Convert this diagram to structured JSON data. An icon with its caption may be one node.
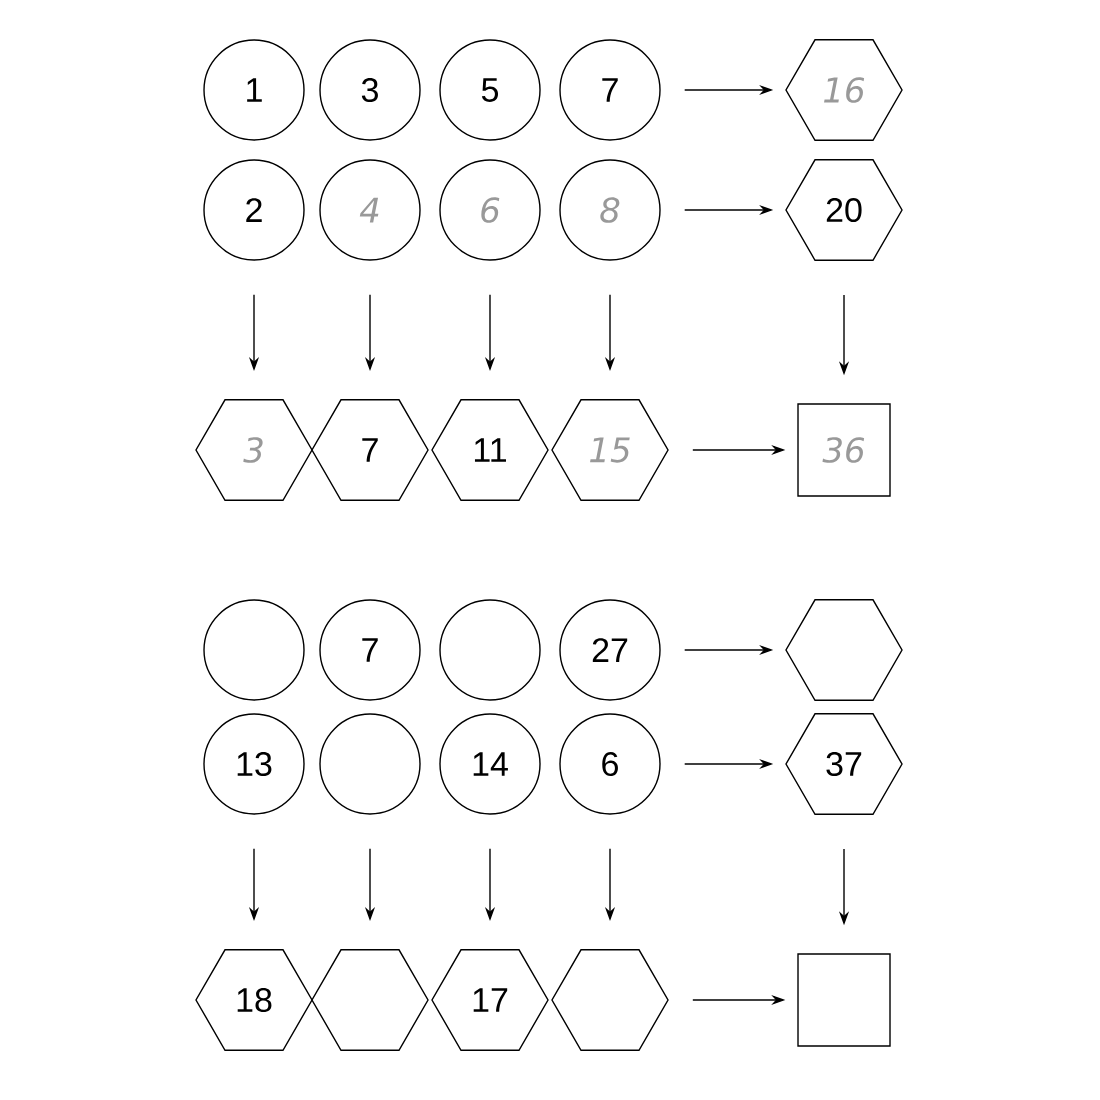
{
  "diagram": {
    "nodes": [
      {
        "text": [
          "1"
        ]
      },
      {
        "text": [
          "3"
        ]
      },
      {
        "text": [
          "5"
        ]
      },
      {
        "text": [
          "7"
        ]
      },
      {
        "text": [
          "16"
        ]
      },
      {
        "text": [
          "2"
        ]
      },
      {
        "text": [
          "4"
        ]
      },
      {
        "text": [
          "6"
        ]
      },
      {
        "text": [
          "8"
        ]
      },
      {
        "text": [
          "20"
        ]
      },
      {
        "text": [
          "3"
        ]
      },
      {
        "text": [
          "7"
        ]
      },
      {
        "text": [
          "11"
        ]
      },
      {
        "text": [
          "15"
        ]
      },
      {
        "text": [
          "36"
        ]
      },
      {
        "text": [],
        "shape": "circle"
      },
      {
        "text": [
          "7"
        ]
      },
      {
        "text": [],
        "shape": "circle"
      },
      {
        "text": [
          "27"
        ]
      },
      {
        "text": [],
        "shape": "hexagon"
      },
      {
        "text": [
          "13"
        ]
      },
      {
        "text": [],
        "shape": "circle"
      },
      {
        "text": [
          "14"
        ]
      },
      {
        "text": [
          "6"
        ]
      },
      {
        "text": [
          "37"
        ]
      },
      {
        "text": [
          "18"
        ]
      },
      {
        "text": [],
        "shape": "hexagon"
      },
      {
        "text": [
          "17"
        ]
      },
      {
        "text": [],
        "shape": "hexagon"
      },
      {
        "text": [],
        "shape": "box"
      }
    ],
    "edges": [
      {
        "from": 3,
        "to": 4,
        "arrow": "to"
      },
      {
        "from": 8,
        "to": 9,
        "arrow": "to"
      },
      {
        "from": 5,
        "to": 10,
        "arrow": "to"
      },
      {
        "from": 6,
        "to": 11,
        "arrow": "to"
      },
      {
        "from": 7,
        "to": 12,
        "arrow": "to"
      },
      {
        "from": 8,
        "to": 13,
        "arrow": "to"
      },
      {
        "from": 9,
        "to": 14,
        "arrow": "to"
      },
      {
        "from": 13,
        "to": 14,
        "arrow": "to"
      },
      {
        "from": 18,
        "to": 19,
        "arrow": "to"
      },
      {
        "from": 23,
        "to": 24,
        "arrow": "to"
      },
      {
        "from": 20,
        "to": 25,
        "arrow": "to"
      },
      {
        "from": 21,
        "to": 26,
        "arrow": "to"
      },
      {
        "from": 22,
        "to": 27,
        "arrow": "to"
      },
      {
        "from": 23,
        "to": 28,
        "arrow": "to"
      },
      {
        "from": 24,
        "to": 29,
        "arrow": "to"
      },
      {
        "from": 28,
        "to": 29,
        "arrow": "to"
      }
    ]
  }
}
